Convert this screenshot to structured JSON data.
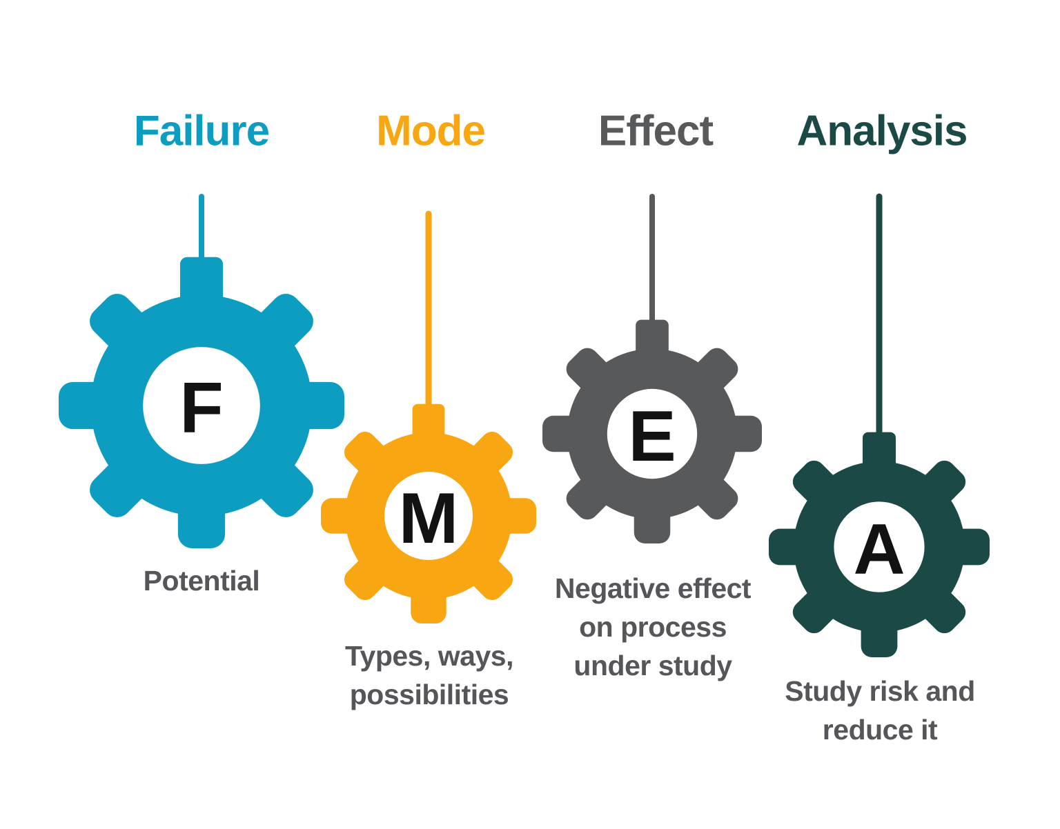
{
  "background": "#FFFFFF",
  "text_color": "#55565A",
  "letter_color": "#121212",
  "columns": [
    {
      "header": "Failure",
      "letter": "F",
      "color": "#0D9DC0",
      "desc": [
        "Potential"
      ]
    },
    {
      "header": "Mode",
      "letter": "M",
      "color": "#F8A611",
      "desc": [
        "Types, ways,",
        "possibilities"
      ]
    },
    {
      "header": "Effect",
      "letter": "E",
      "color": "#58595B",
      "desc": [
        "Negative effect",
        "on process",
        "under study"
      ]
    },
    {
      "header": "Analysis",
      "letter": "A",
      "color": "#1B4A46",
      "desc": [
        "Study risk and",
        "reduce it"
      ]
    }
  ]
}
